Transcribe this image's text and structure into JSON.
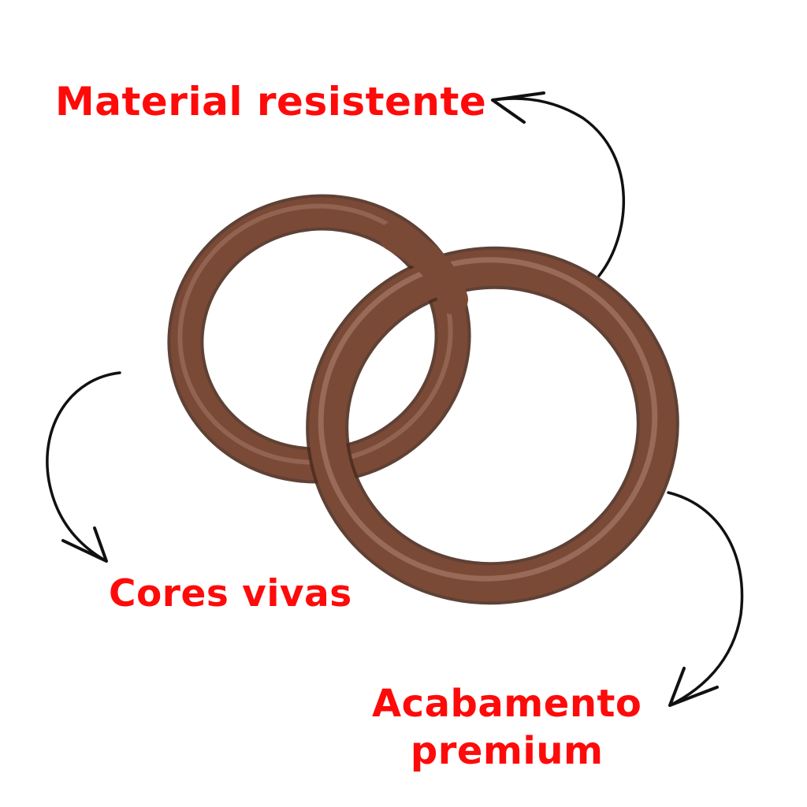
{
  "labels": {
    "material": "Material resistente",
    "cores": "Cores vivas",
    "acabamento_line1": "Acabamento",
    "acabamento_line2": "premium"
  },
  "colors": {
    "label_text": "#ff0a0a",
    "ring_body": "#7a4a37",
    "ring_shadow": "#4e2c1f",
    "ring_highlight": "#b58977",
    "arrow": "#111111",
    "background": "#ffffff"
  }
}
